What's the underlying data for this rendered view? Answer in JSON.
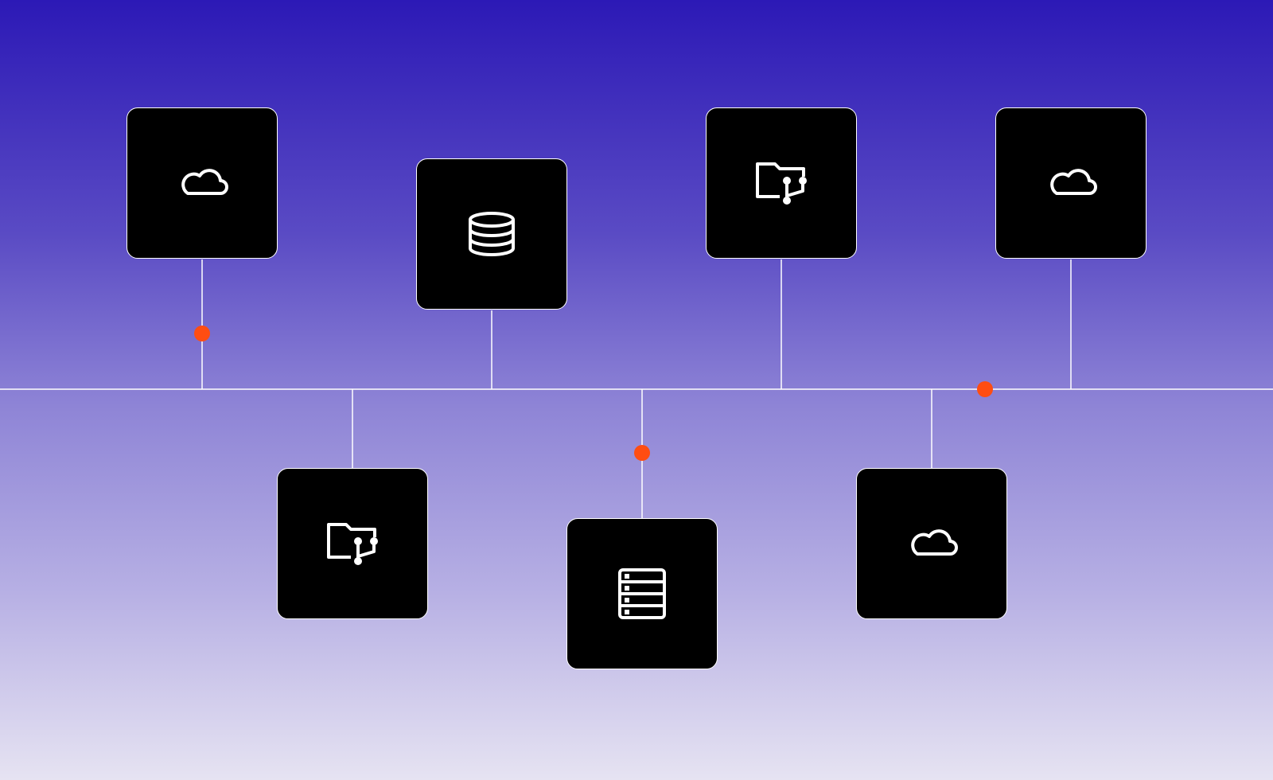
{
  "colors": {
    "background_top": "#2c19b6",
    "background_bottom": "#e6e3f2",
    "tile": "#000000",
    "line": "#ffffff",
    "signal_dot": "#ff4d12"
  },
  "nodes": [
    {
      "id": "cloud-top-left",
      "icon": "cloud-icon"
    },
    {
      "id": "database-top",
      "icon": "database-icon"
    },
    {
      "id": "folder-git-top",
      "icon": "folder-git-icon"
    },
    {
      "id": "cloud-top-right",
      "icon": "cloud-icon"
    },
    {
      "id": "folder-git-bottom",
      "icon": "folder-git-icon"
    },
    {
      "id": "server-bottom",
      "icon": "server-icon"
    },
    {
      "id": "cloud-bottom",
      "icon": "cloud-icon"
    }
  ]
}
